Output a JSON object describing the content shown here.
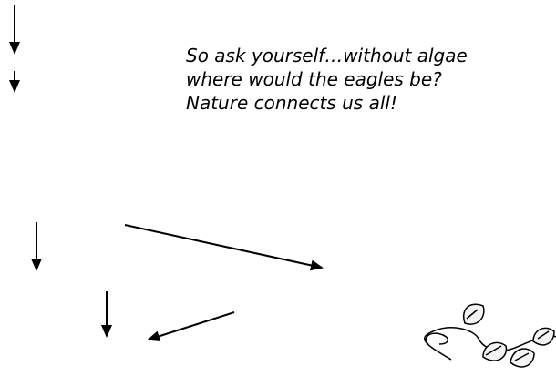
{
  "caption": {
    "line1": "So ask yourself…without algae",
    "line2": "where would the eagles be?",
    "line3": "Nature connects us all!"
  },
  "icons": {
    "arrows": "arrow-icon",
    "ornament": "vine-leaf-ornament"
  },
  "colors": {
    "ink": "#000000",
    "background": "#ffffff"
  }
}
